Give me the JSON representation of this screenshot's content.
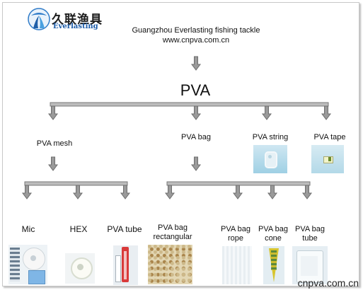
{
  "logo": {
    "chinese": "久联渔具",
    "english": "Everlasting"
  },
  "header": {
    "company": "Guangzhou Everlasting fishing tackle",
    "website": "www.cnpva.com.cn"
  },
  "root": {
    "label": "PVA"
  },
  "level1": {
    "mesh": "PVA mesh",
    "bag": "PVA bag",
    "string": "PVA string",
    "tape": "PVA tape"
  },
  "mesh_children": {
    "mic": "Mic",
    "hex": "HEX",
    "tube": "PVA tube"
  },
  "bag_children": {
    "rect_line1": "PVA bag",
    "rect_line2": "rectangular",
    "rope_line1": "PVA bag",
    "rope_line2": "rope",
    "cone_line1": "PVA bag",
    "cone_line2": "cone",
    "tube_line1": "PVA bag",
    "tube_line2": "tube"
  },
  "watermark": "cnpva.com.cn",
  "colors": {
    "arrow_fill": "#9a9a9a",
    "arrow_stroke": "#6e6e6e",
    "logo_blue": "#1a5aa8"
  }
}
